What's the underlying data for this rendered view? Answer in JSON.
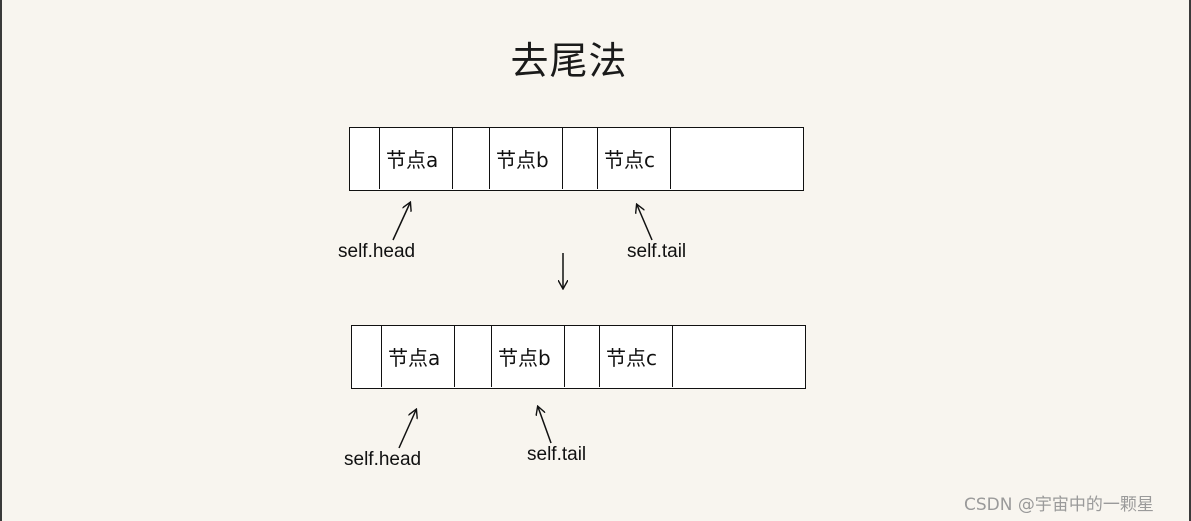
{
  "title": "去尾法",
  "before": {
    "nodes": [
      "节点a",
      "节点b",
      "节点c"
    ],
    "head_label": "self.head",
    "tail_label": "self.tail"
  },
  "after": {
    "nodes": [
      "节点a",
      "节点b",
      "节点c"
    ],
    "head_label": "self.head",
    "tail_label": "self.tail"
  },
  "watermark": "CSDN @宇宙中的一颗星"
}
